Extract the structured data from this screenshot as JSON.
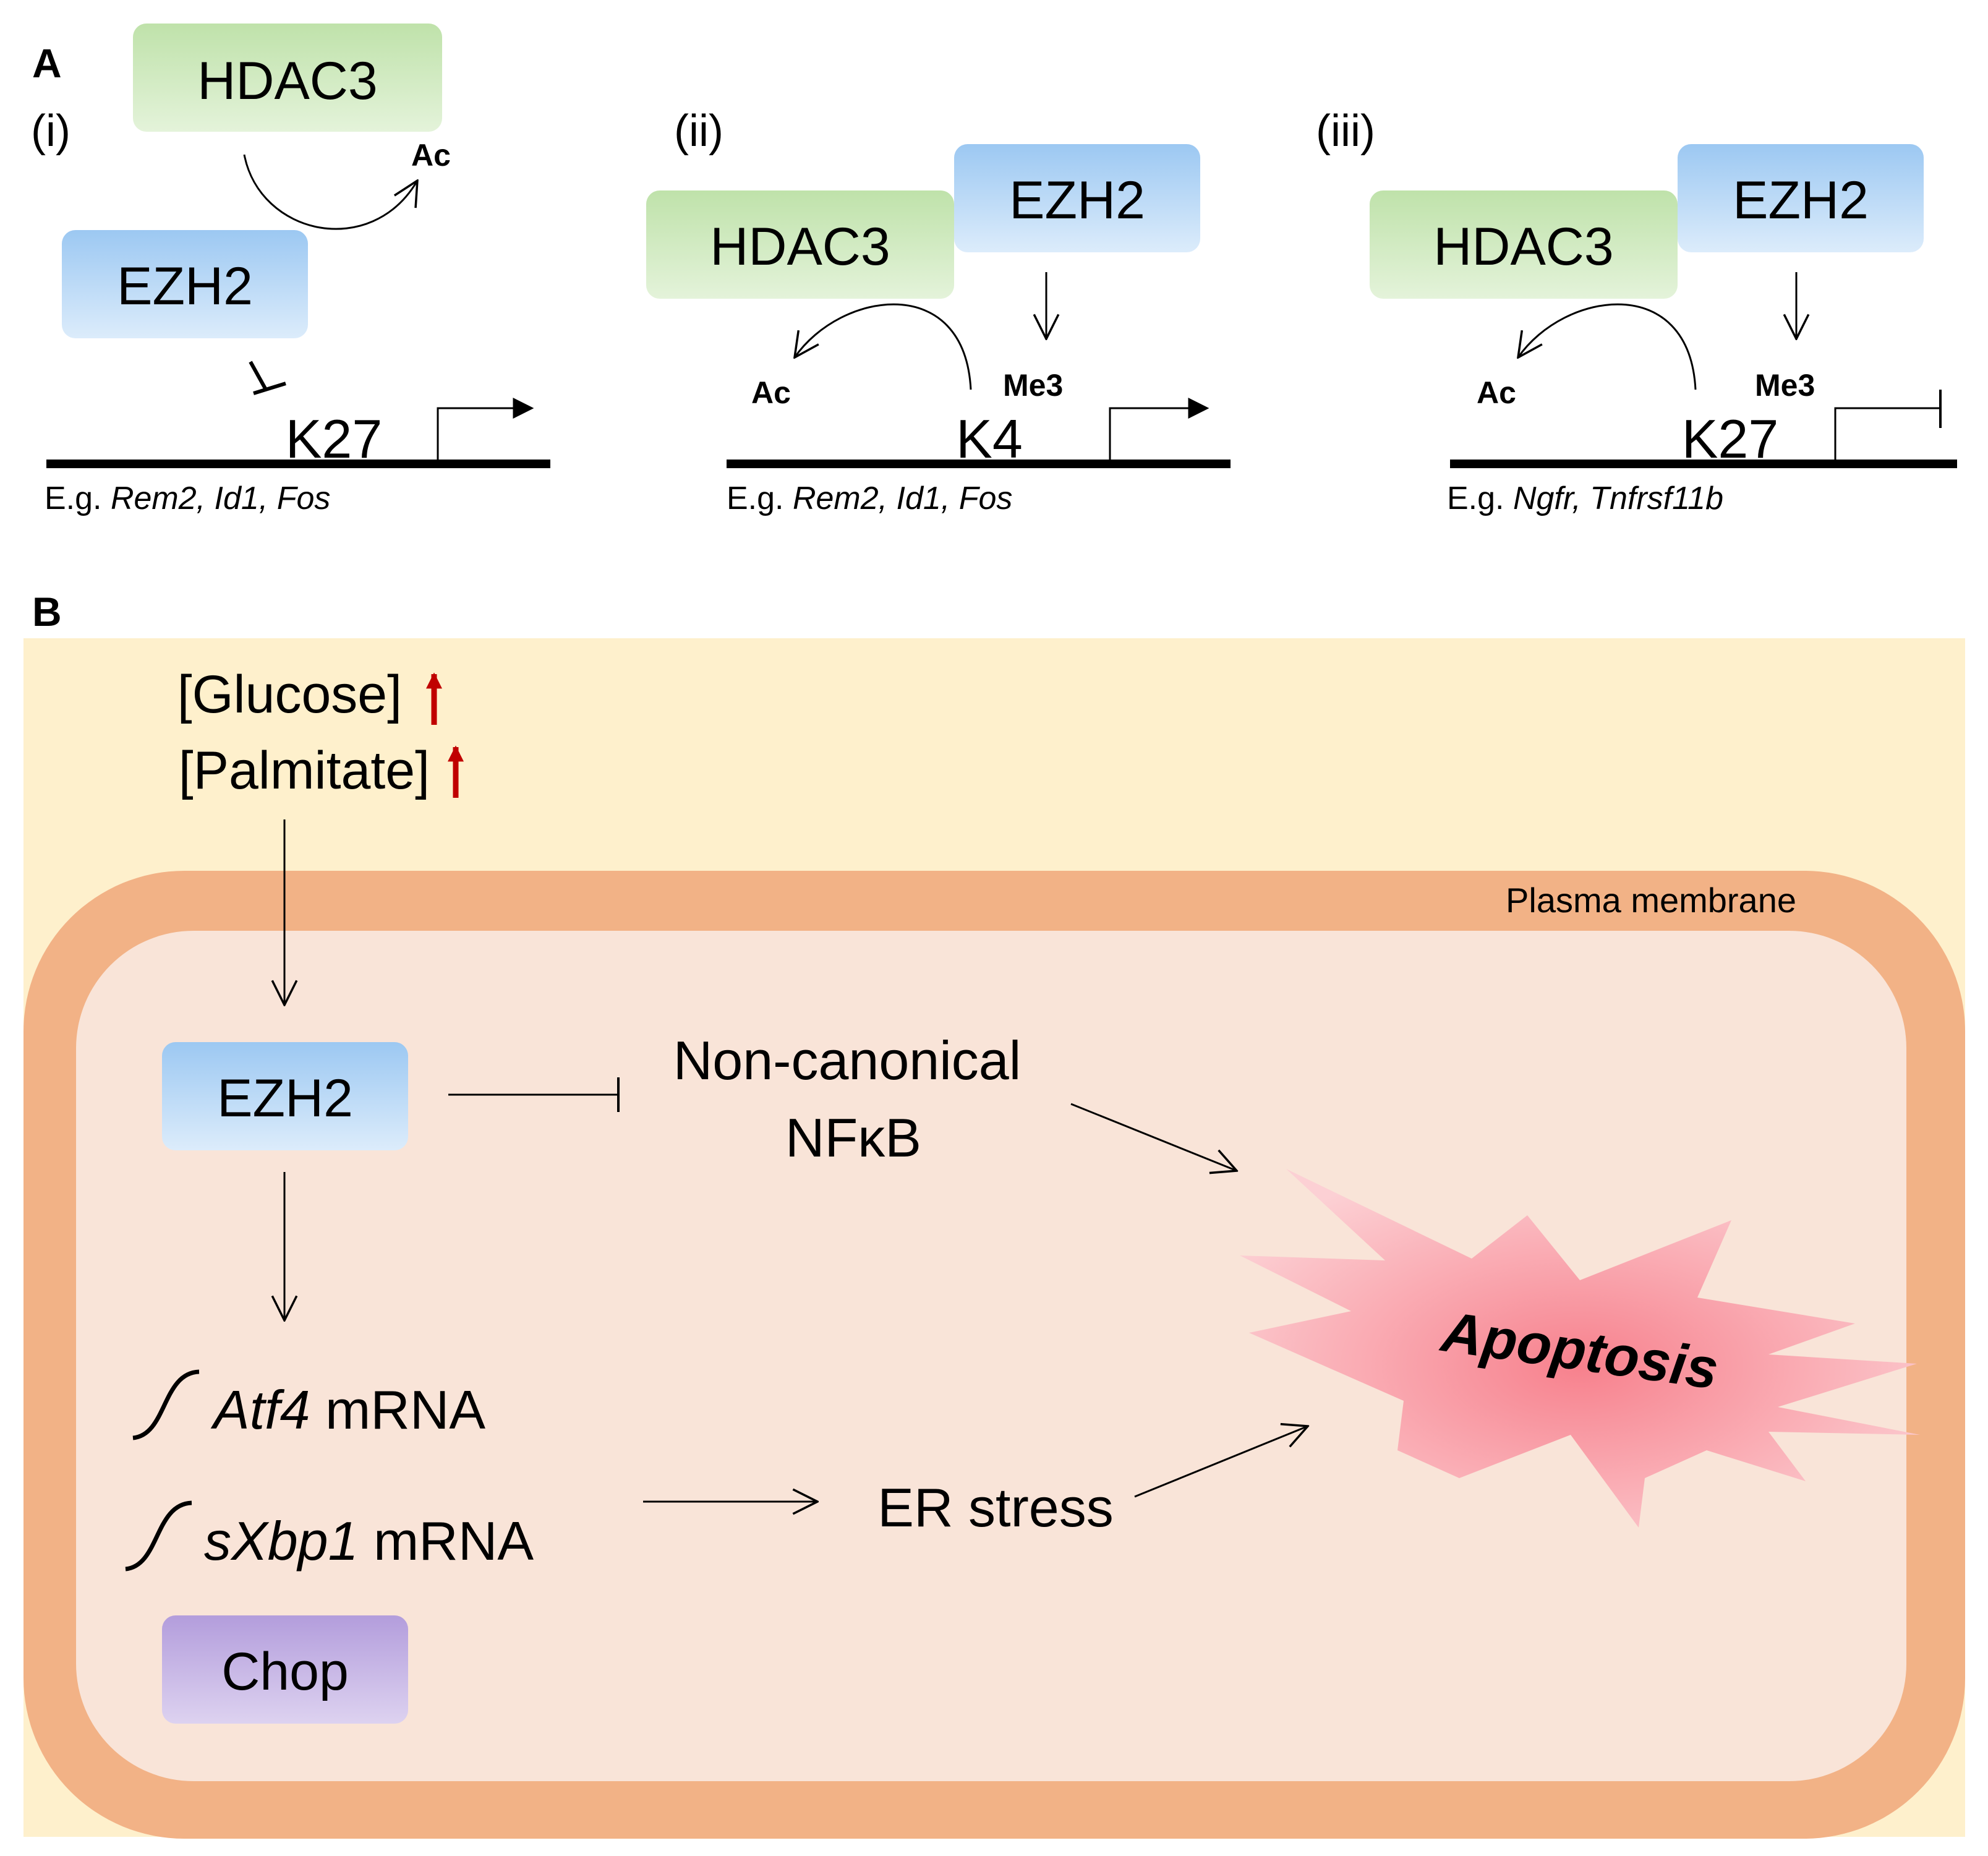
{
  "panel_a": {
    "label": "A",
    "sub_i": {
      "label": "(i)",
      "hdac3": "HDAC3",
      "ezh2": "EZH2",
      "ac": "Ac",
      "lysine": "K27",
      "example_prefix": "E.g.",
      "example_genes": "Rem2, Id1, Fos"
    },
    "sub_ii": {
      "label": "(ii)",
      "hdac3": "HDAC3",
      "ezh2": "EZH2",
      "ac": "Ac",
      "me3": "Me3",
      "lysine": "K4",
      "example_prefix": "E.g.",
      "example_genes": "Rem2, Id1, Fos"
    },
    "sub_iii": {
      "label": "(iii)",
      "hdac3": "HDAC3",
      "ezh2": "EZH2",
      "ac": "Ac",
      "me3": "Me3",
      "lysine": "K27",
      "example_prefix": "E.g.",
      "example_genes": "Ngfr, Tnfrsf11b"
    }
  },
  "panel_b": {
    "label": "B",
    "glucose": "[Glucose]",
    "palmitate": "[Palmitate]",
    "plasma_membrane": "Plasma membrane",
    "ezh2": "EZH2",
    "non_canonical": "Non-canonical",
    "nfkb": "NFκB",
    "atf4_gene": "Atf4",
    "atf4_suffix": "mRNA",
    "sxbp1_gene": "sXbp1",
    "sxbp1_suffix": "mRNA",
    "chop": "Chop",
    "er_stress": "ER stress",
    "apoptosis": "Apoptosis"
  },
  "colors": {
    "outside_bg": "#fef0cc",
    "membrane": "#f2b286",
    "cytoplasm": "#f9e4d8",
    "hdac3_box": "#c6e5b5",
    "ezh2_box": "#b0d2f3",
    "chop_box": "#bca6df",
    "up_arrow": "#c00000",
    "apoptosis_star": "#f8a0a8"
  }
}
